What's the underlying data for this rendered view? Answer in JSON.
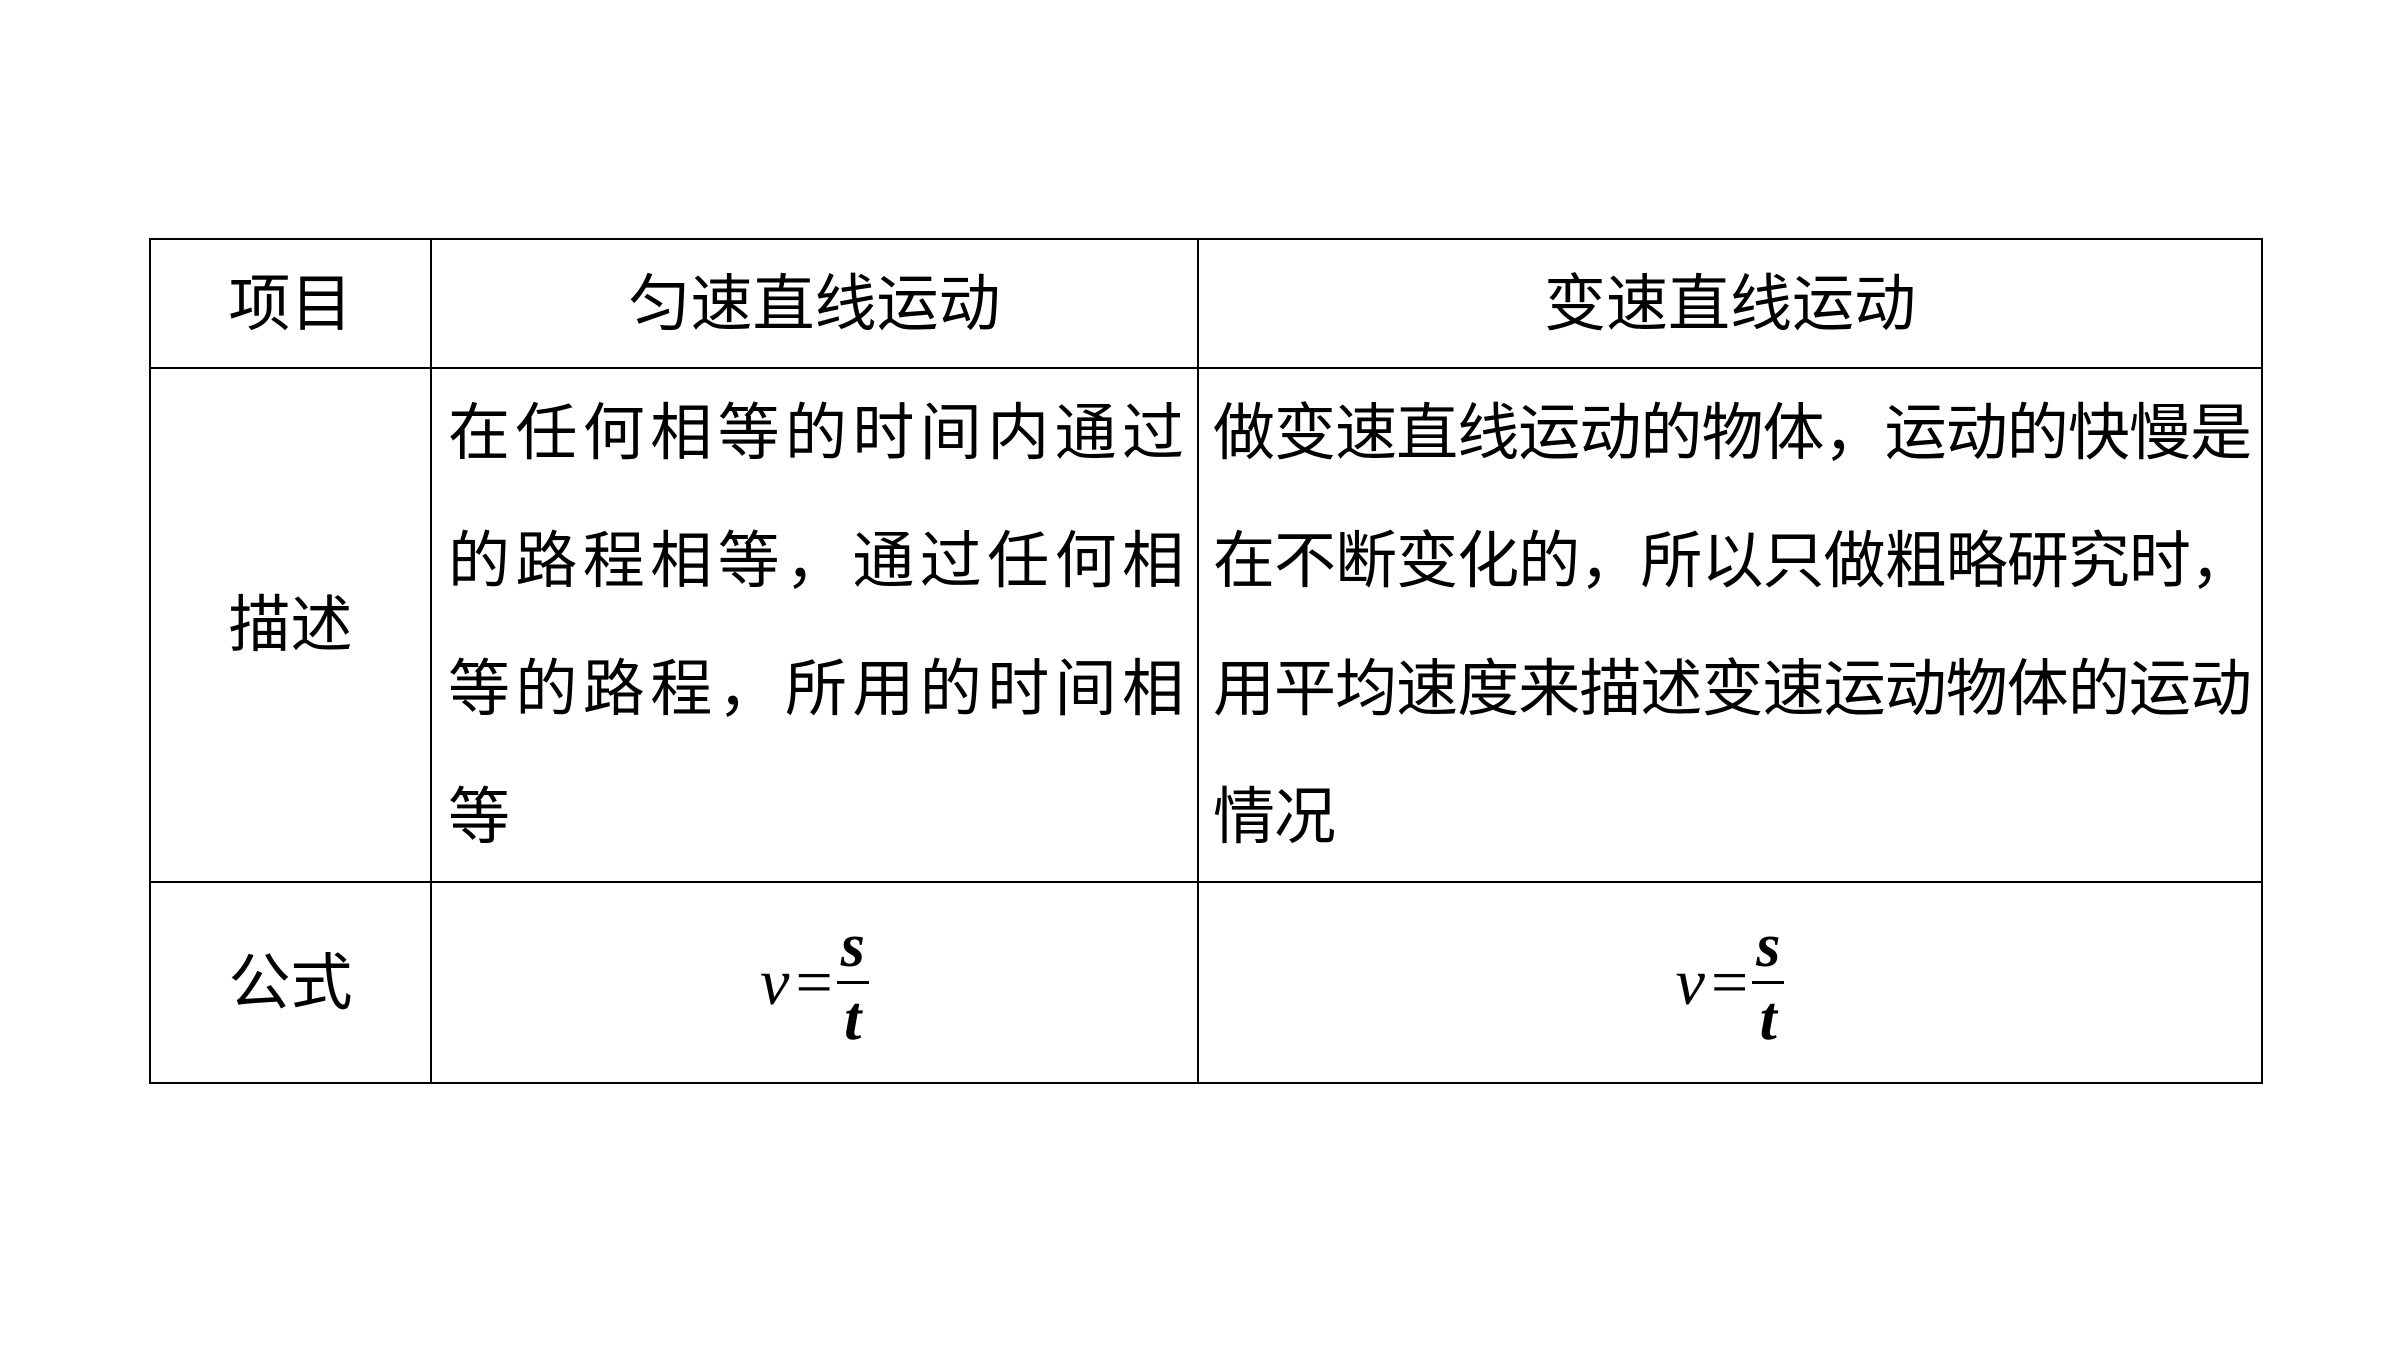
{
  "table": {
    "header": {
      "label": "项目",
      "col_uniform": "匀速直线运动",
      "col_variable": "变速直线运动"
    },
    "description": {
      "label": "描述",
      "uniform": "在任何相等的时间内通过的路程相等，通过任何相等的路程，所用的时间相等",
      "variable": "做变速直线运动的物体，运动的快慢是在不断变化的，所以只做粗略研究时，用平均速度来描述变速运动物体的运动情况"
    },
    "formula": {
      "label": "公式",
      "uniform": {
        "lhs": "v",
        "op": "=",
        "numerator": "s",
        "denominator": "t"
      },
      "variable": {
        "lhs": "v",
        "op": "=",
        "numerator": "s",
        "denominator": "t"
      }
    }
  }
}
